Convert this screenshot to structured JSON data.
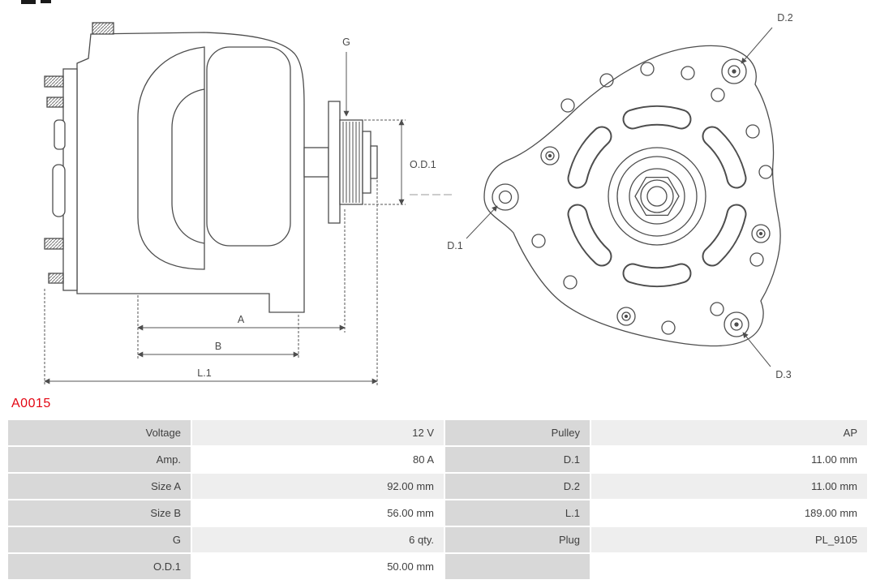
{
  "part_number": {
    "text": "A0015",
    "color": "#e30613"
  },
  "diagrams": {
    "side_view": {
      "dim_g": "G",
      "dim_od1": "O.D.1",
      "dim_a": "A",
      "dim_b": "B",
      "dim_l1": "L.1"
    },
    "front_view": {
      "dim_d1": "D.1",
      "dim_d2": "D.2",
      "dim_d3": "D.3"
    }
  },
  "spec_table": {
    "rows": [
      {
        "label_left": "Voltage",
        "value_left": "12 V",
        "label_right": "Pulley",
        "value_right": "AP"
      },
      {
        "label_left": "Amp.",
        "value_left": "80 A",
        "label_right": "D.1",
        "value_right": "11.00 mm"
      },
      {
        "label_left": "Size A",
        "value_left": "92.00 mm",
        "label_right": "D.2",
        "value_right": "11.00 mm"
      },
      {
        "label_left": "Size B",
        "value_left": "56.00 mm",
        "label_right": "L.1",
        "value_right": "189.00 mm"
      },
      {
        "label_left": "G",
        "value_left": "6 qty.",
        "label_right": "Plug",
        "value_right": "PL_9105"
      },
      {
        "label_left": "O.D.1",
        "value_left": "50.00 mm",
        "label_right": "",
        "value_right": ""
      }
    ]
  },
  "colors": {
    "accent_red": "#e30613",
    "table_label_bg": "#d8d8d8",
    "table_alt_row_bg": "#eeeeee",
    "drawing_stroke": "#4d4d4d"
  }
}
